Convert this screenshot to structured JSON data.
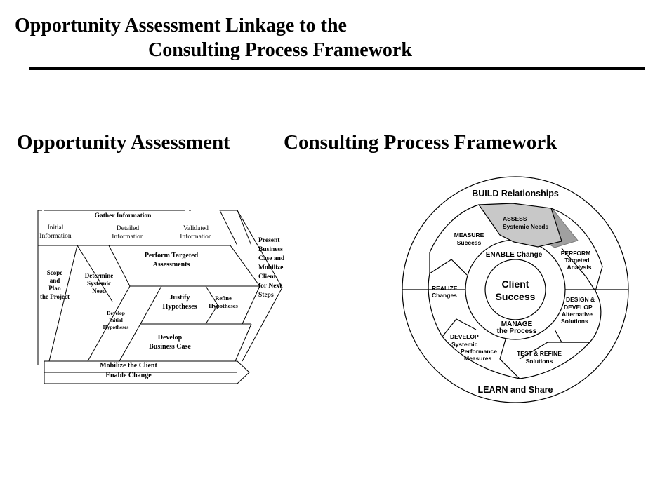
{
  "header": {
    "title_line1": "Opportunity Assessment Linkage to the",
    "title_line2": "Consulting Process Framework"
  },
  "sections": {
    "opportunity_assessment": "Opportunity Assessment",
    "consulting_process_framework": "Consulting Process Framework"
  },
  "oa_diagram": {
    "gather_information": "Gather Information",
    "initial_information": [
      "Initial",
      "Information"
    ],
    "detailed_information": [
      "Detailed",
      "Information"
    ],
    "validated_information": [
      "Validated",
      "Information"
    ],
    "perform_targeted_assessments": [
      "Perform Targeted",
      "Assessments"
    ],
    "scope_and_plan": [
      "Scope",
      "and",
      "Plan",
      "the Project"
    ],
    "determine_systemic_need": [
      "Determine",
      "Systemic",
      "Need"
    ],
    "develop_initial_hypotheses": [
      "Develop",
      "Initial",
      "Hypotheses"
    ],
    "justify_hypotheses": [
      "Justify",
      "Hypotheses"
    ],
    "refine_hypotheses": [
      "Refine",
      "Hypotheses"
    ],
    "develop_business_case": [
      "Develop",
      "Business Case"
    ],
    "present_business_case": [
      "Present",
      "Business",
      "Case and",
      "Mobilize",
      "Client",
      "for Next",
      "Steps"
    ],
    "mobilize_client": "Mobilize the Client",
    "enable_change": "Enable Change"
  },
  "cpf_diagram": {
    "build_relationships": "BUILD Relationships",
    "learn_and_share": "LEARN and Share",
    "client_success": [
      "Client",
      "Success"
    ],
    "enable_change": "ENABLE Change",
    "manage_process": [
      "MANAGE",
      "the Process"
    ],
    "assess": [
      "ASSESS",
      "Systemic Needs"
    ],
    "measure": [
      "MEASURE",
      "Success"
    ],
    "perform": [
      "PERFORM",
      "Targeted",
      "Analysis"
    ],
    "realize": [
      "REALIZE",
      "Changes"
    ],
    "design_develop": [
      "DESIGN &",
      "DEVELOP",
      "Alternative",
      "Solutions"
    ],
    "develop_systemic": [
      "DEVELOP",
      "Systemic",
      "Performance",
      "Measures"
    ],
    "test_refine": [
      "TEST & REFINE",
      "Solutions"
    ],
    "colors": {
      "assess_fill": "#c8c8c8",
      "assess_shadow": "#a0a0a0"
    }
  }
}
